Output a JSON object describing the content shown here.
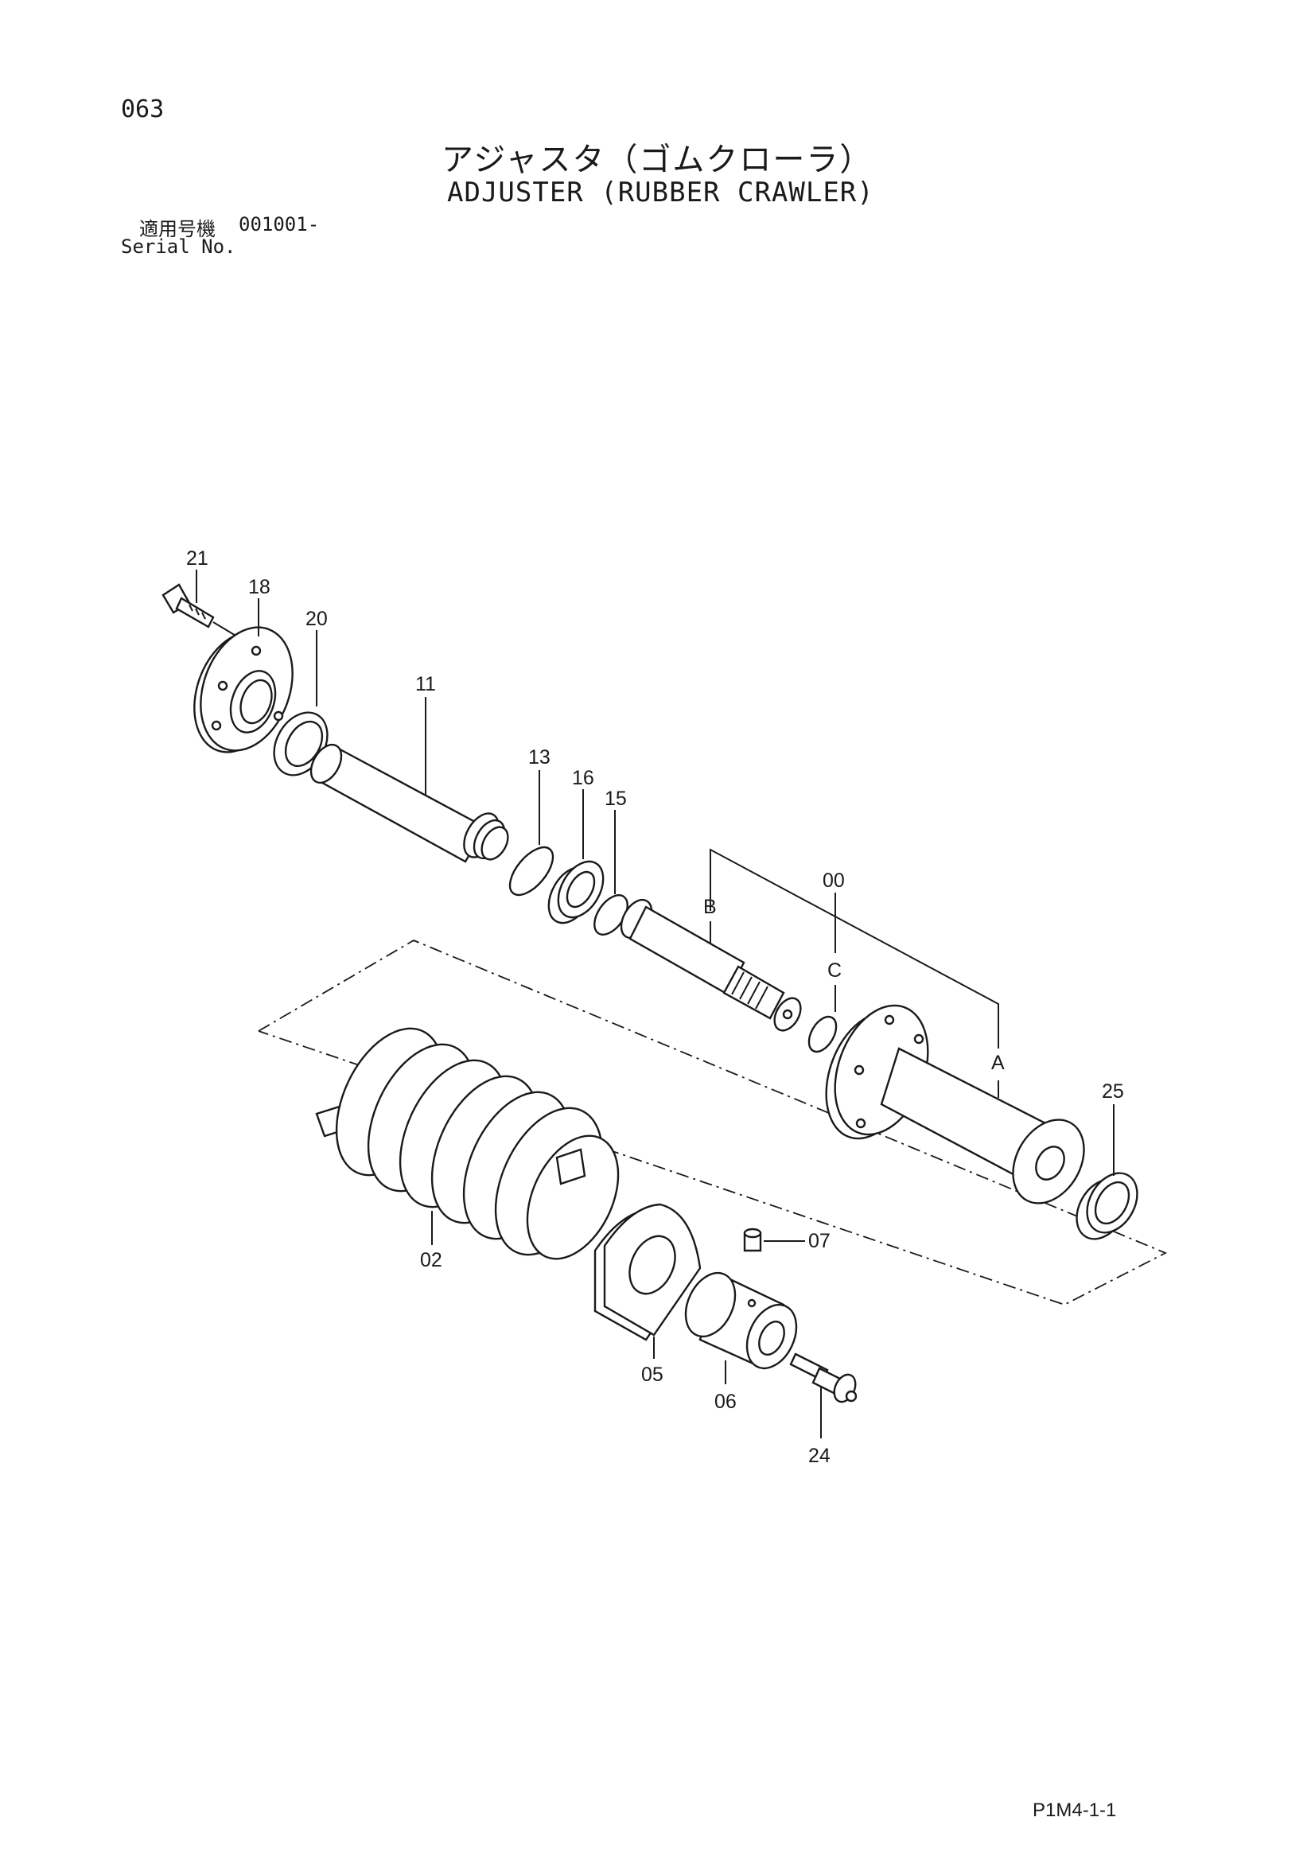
{
  "header": {
    "page_number": "063",
    "title_jp": "アジャスタ（ゴムクローラ）",
    "title_en": "ADJUSTER (RUBBER CRAWLER)",
    "serial_label_jp": "適用号機",
    "serial_value": "001001-",
    "serial_label_en": "Serial No."
  },
  "callouts": {
    "p21": "21",
    "p18": "18",
    "p20": "20",
    "p11": "11",
    "p13": "13",
    "p16": "16",
    "p15": "15",
    "p00": "00",
    "pB": "B",
    "pC": "C",
    "pA": "A",
    "p25": "25",
    "p02": "02",
    "p05": "05",
    "p06": "06",
    "p07": "07",
    "p24": "24"
  },
  "footer": {
    "document_code": "P1M4-1-1"
  }
}
